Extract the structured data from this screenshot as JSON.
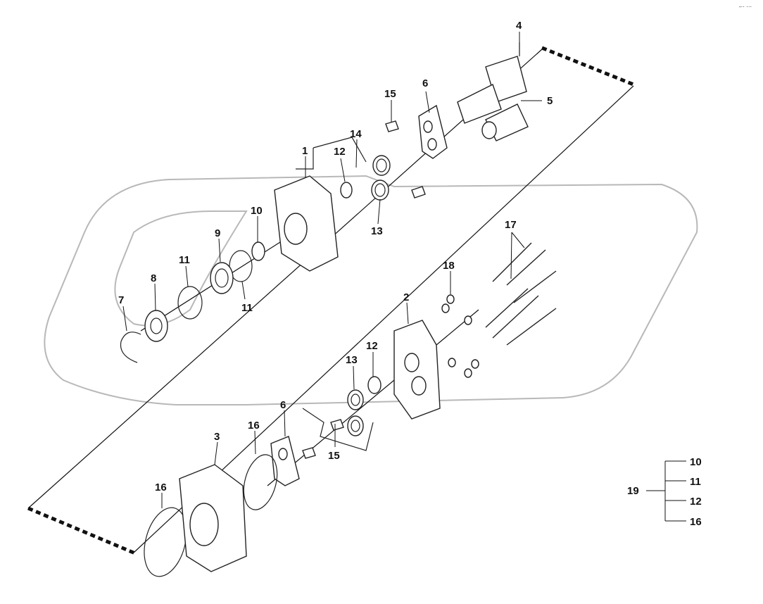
{
  "corner_mark": "-·· ···",
  "callouts": [
    {
      "id": "c4",
      "text": "4"
    },
    {
      "id": "c5",
      "text": "5"
    },
    {
      "id": "c6a",
      "text": "6"
    },
    {
      "id": "c15a",
      "text": "15"
    },
    {
      "id": "c14",
      "text": "14"
    },
    {
      "id": "c1",
      "text": "1"
    },
    {
      "id": "c12a",
      "text": "12"
    },
    {
      "id": "c13a",
      "text": "13"
    },
    {
      "id": "c10",
      "text": "10"
    },
    {
      "id": "c9",
      "text": "9"
    },
    {
      "id": "c11a",
      "text": "11"
    },
    {
      "id": "c11b",
      "text": "11"
    },
    {
      "id": "c8",
      "text": "8"
    },
    {
      "id": "c7",
      "text": "7"
    },
    {
      "id": "c17",
      "text": "17"
    },
    {
      "id": "c18",
      "text": "18"
    },
    {
      "id": "c2",
      "text": "2"
    },
    {
      "id": "c12b",
      "text": "12"
    },
    {
      "id": "c13b",
      "text": "13"
    },
    {
      "id": "c6b",
      "text": "6"
    },
    {
      "id": "c15b",
      "text": "15"
    },
    {
      "id": "c16a",
      "text": "16"
    },
    {
      "id": "c3",
      "text": "3"
    },
    {
      "id": "c16b",
      "text": "16"
    }
  ],
  "kit": {
    "label": "19",
    "items": [
      "10",
      "11",
      "12",
      "16"
    ]
  }
}
